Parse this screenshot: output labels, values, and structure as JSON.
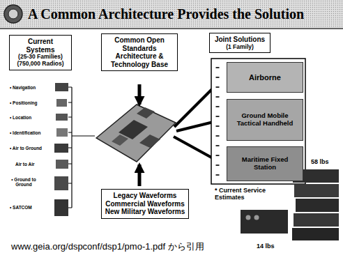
{
  "diagram": {
    "title": "A Common Architecture Provides the Solution",
    "nodes": [
      {
        "text": [
          "Current Systems",
          "(25-30 Families) (750,000 Radios)"
        ]
      },
      {
        "text": [
          "Common Open Standards Architecture & Technology Base"
        ]
      },
      {
        "text": [
          "Joint Solutions",
          "(1 Family)"
        ]
      },
      {
        "text": [
          "Airborne"
        ]
      },
      {
        "text": [
          "Ground Mobile Tactical Handheld"
        ]
      },
      {
        "text": [
          "Maritime Fixed Station"
        ]
      },
      {
        "text": [
          "Legacy Waveforms Commercial Waveforms New Military Waveforms"
        ]
      }
    ],
    "labels": [
      "• Navigation",
      "• Positioning",
      "• Location",
      "• Identification",
      "• Air to Ground",
      "Air to Air",
      "• Ground to Ground",
      "• SATCOM",
      "58 lbs",
      "* Current Service Estimates",
      "14 lbs",
      "www.geia.org/dspconf/dsp1/pmo-1.pdf から引用"
    ]
  }
}
